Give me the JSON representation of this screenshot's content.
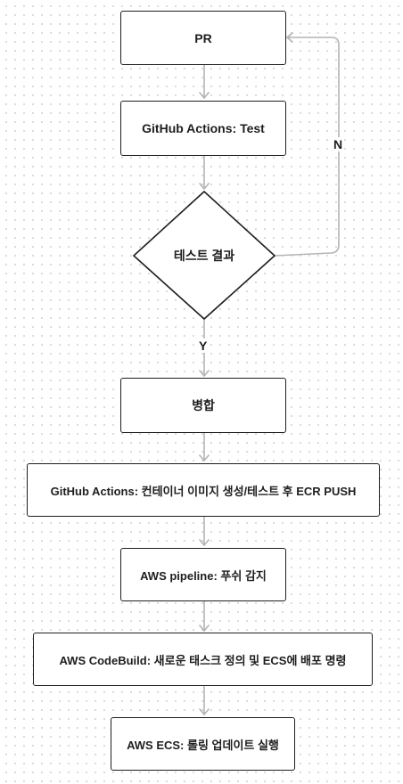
{
  "nodes": {
    "pr": "PR",
    "test": "GitHub Actions: Test",
    "decision": "테스트 결과",
    "merge": "병합",
    "build_push": "GitHub Actions: 컨테이너 이미지 생성/테스트 후 ECR PUSH",
    "pipeline": "AWS pipeline: 푸쉬 감지",
    "codebuild": "AWS CodeBuild: 새로운 태스크 정의 및 ECS에 배포 명령",
    "ecs": "AWS ECS: 롤링 업데이트 실행"
  },
  "edges": {
    "no_label": "N",
    "yes_label": "Y"
  },
  "colors": {
    "border": "#1e1e1e",
    "connector": "#b4b4b4",
    "grid_dot": "#d4d4d4"
  }
}
